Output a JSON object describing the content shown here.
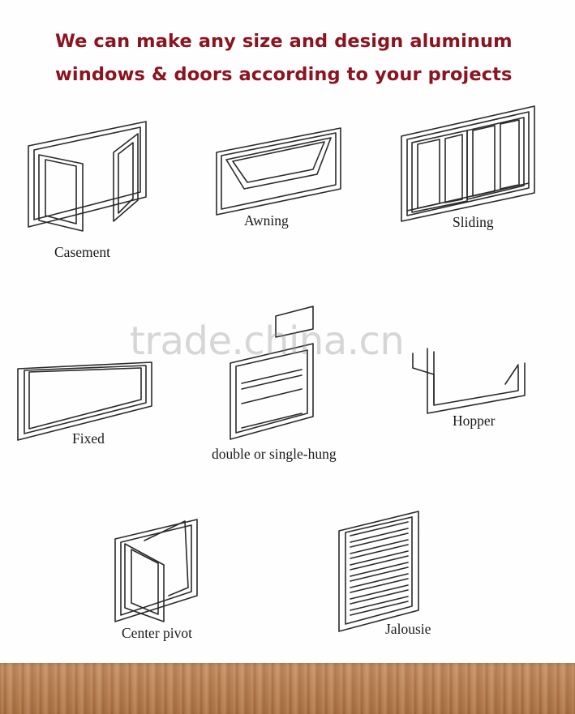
{
  "headline": {
    "line1": "We can make any size and design aluminum",
    "line2": "windows & doors according to your projects",
    "color": "#8b1420"
  },
  "window_types": [
    {
      "label": "Casement",
      "icon": "casement-window-icon"
    },
    {
      "label": "Awning",
      "icon": "awning-window-icon"
    },
    {
      "label": "Sliding",
      "icon": "sliding-window-icon"
    },
    {
      "label": "Fixed",
      "icon": "fixed-window-icon"
    },
    {
      "label": "double or single-hung",
      "icon": "double-hung-window-icon"
    },
    {
      "label": "Hopper",
      "icon": "hopper-window-icon"
    },
    {
      "label": "Center pivot",
      "icon": "center-pivot-window-icon"
    },
    {
      "label": "Jalousie",
      "icon": "jalousie-window-icon"
    }
  ],
  "watermark": "trade.china.cn"
}
